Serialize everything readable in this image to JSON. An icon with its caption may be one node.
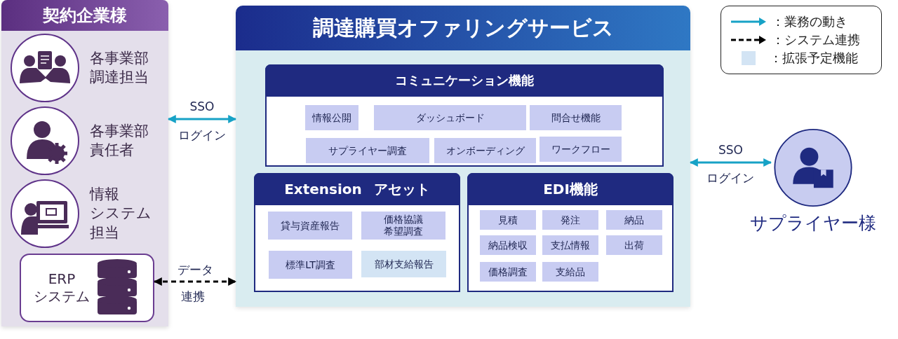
{
  "diagram": {
    "nodes": [
      {
        "text": [
          "契約企業様"
        ]
      },
      {
        "text": [
          "各事業部調達担当"
        ],
        "in": 0
      },
      {
        "text": [
          "各事業部責任者"
        ],
        "in": 0
      },
      {
        "text": [
          "情報システム担当"
        ],
        "in": 0
      },
      {
        "text": [
          "ERPシステム"
        ],
        "in": 0
      },
      {
        "text": [
          "調達購買オファリングサービス"
        ]
      },
      {
        "text": [
          "コミュニケーション機能"
        ],
        "in": 5
      },
      {
        "text": [
          "情報公開"
        ],
        "in": 6
      },
      {
        "text": [
          "ダッシュボード"
        ],
        "in": 6
      },
      {
        "text": [
          "問合せ機能"
        ],
        "in": 6
      },
      {
        "text": [
          "サプライヤー調査"
        ],
        "in": 6
      },
      {
        "text": [
          "オンボーディング"
        ],
        "in": 6
      },
      {
        "text": [
          "ワークフロー"
        ],
        "in": 6
      },
      {
        "text": [
          "Extension アセット"
        ],
        "in": 5
      },
      {
        "text": [
          "貸与資産報告"
        ],
        "in": 13
      },
      {
        "text": [
          "価格協議希望調査"
        ],
        "in": 13
      },
      {
        "text": [
          "標準LT調査"
        ],
        "in": 13
      },
      {
        "text": [
          "部材支給報告"
        ],
        "in": 13
      },
      {
        "text": [
          "EDI機能"
        ],
        "in": 5
      },
      {
        "text": [
          "見積"
        ],
        "in": 18
      },
      {
        "text": [
          "発注"
        ],
        "in": 18
      },
      {
        "text": [
          "納品"
        ],
        "in": 18
      },
      {
        "text": [
          "納品検収"
        ],
        "in": 18
      },
      {
        "text": [
          "支払情報"
        ],
        "in": 18
      },
      {
        "text": [
          "出荷"
        ],
        "in": 18
      },
      {
        "text": [
          "価格調査"
        ],
        "in": 18
      },
      {
        "text": [
          "支給品"
        ],
        "in": 18
      },
      {
        "text": [
          "サプライヤー様"
        ]
      }
    ],
    "edges": [
      {
        "from": 0,
        "to": 5,
        "arrow": "both",
        "label": "SSO"
      },
      {
        "from": 5,
        "to": 27,
        "arrow": "both",
        "label": "SSO"
      },
      {
        "from": 4,
        "to": 5,
        "arrow": "both",
        "label": "データ",
        "style": "dashed",
        "color": "#000000"
      }
    ],
    "labels": [
      "ログイン",
      "ログイン",
      "連携"
    ],
    "legend": [
      {
        "text": "：業務の動き"
      },
      {
        "text": "：システム連携"
      },
      {
        "text": "：拡張予定機能",
        "color": "#d3e4f4"
      }
    ]
  }
}
